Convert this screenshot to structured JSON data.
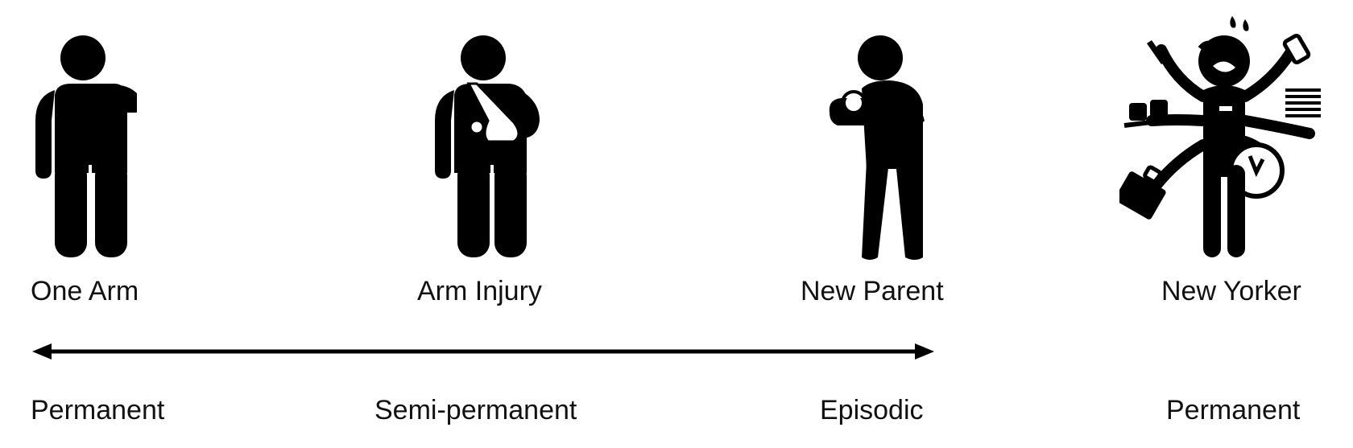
{
  "personas": [
    {
      "label": "One Arm",
      "icon": "one-arm-person-icon"
    },
    {
      "label": "Arm Injury",
      "icon": "arm-sling-person-icon"
    },
    {
      "label": "New Parent",
      "icon": "parent-holding-baby-icon"
    },
    {
      "label": "New Yorker",
      "icon": "multitasking-person-icon"
    }
  ],
  "durations": [
    "Permanent",
    "Semi-permanent",
    "Episodic",
    "Permanent"
  ],
  "spectrum_arrow": {
    "icon": "double-headed-arrow-icon"
  }
}
